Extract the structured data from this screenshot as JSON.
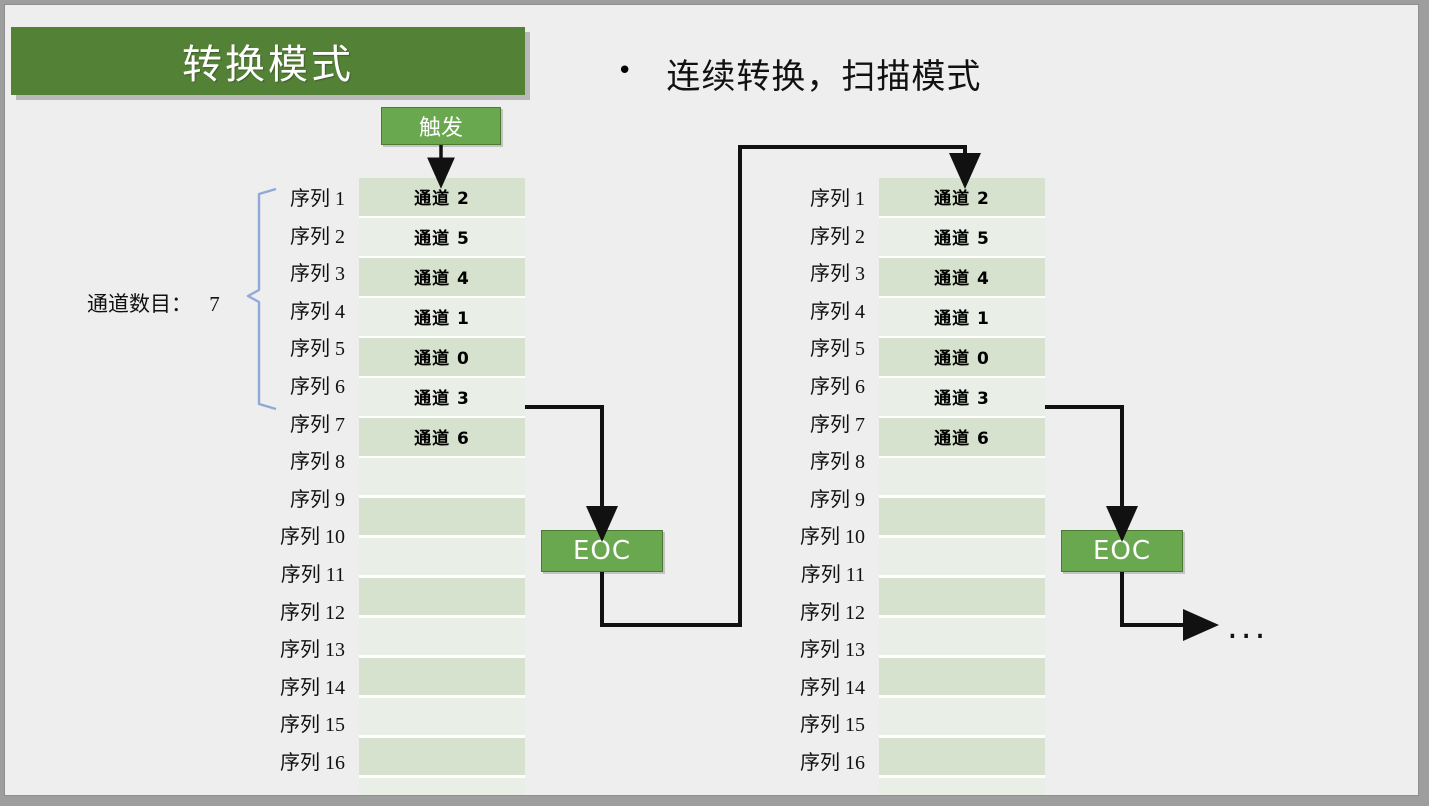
{
  "slide": {
    "title": "转换模式",
    "bullet": {
      "marker": "•",
      "text": "连续转换，扫描模式"
    },
    "background_color": "#eeeeee",
    "accent_color": "#538135",
    "box_color": "#6aa84f",
    "row_dark_color": "#d6e2ce",
    "row_light_color": "#e9efe6",
    "brace_color": "#8fa9d8"
  },
  "trigger": {
    "label": "触发"
  },
  "channel_count": {
    "label": "通道数目：",
    "value": "7"
  },
  "sequence_labels": [
    "序列 1",
    "序列 2",
    "序列 3",
    "序列 4",
    "序列 5",
    "序列 6",
    "序列 7",
    "序列 8",
    "序列 9",
    "序列 10",
    "序列 11",
    "序列 12",
    "序列 13",
    "序列 14",
    "序列 15",
    "序列 16"
  ],
  "conversion_1": {
    "name": "first-conversion",
    "channels": [
      "通道 2",
      "通道 5",
      "通道 4",
      "通道 1",
      "通道 0",
      "通道 3",
      "通道 6",
      "",
      "",
      "",
      "",
      "",
      "",
      "",
      "",
      ""
    ],
    "eoc_label": "EOC"
  },
  "conversion_2": {
    "name": "second-conversion",
    "channels": [
      "通道 2",
      "通道 5",
      "通道 4",
      "通道 1",
      "通道 0",
      "通道 3",
      "通道 6",
      "",
      "",
      "",
      "",
      "",
      "",
      "",
      "",
      ""
    ],
    "eoc_label": "EOC"
  },
  "continuation": {
    "ellipsis": "..."
  }
}
